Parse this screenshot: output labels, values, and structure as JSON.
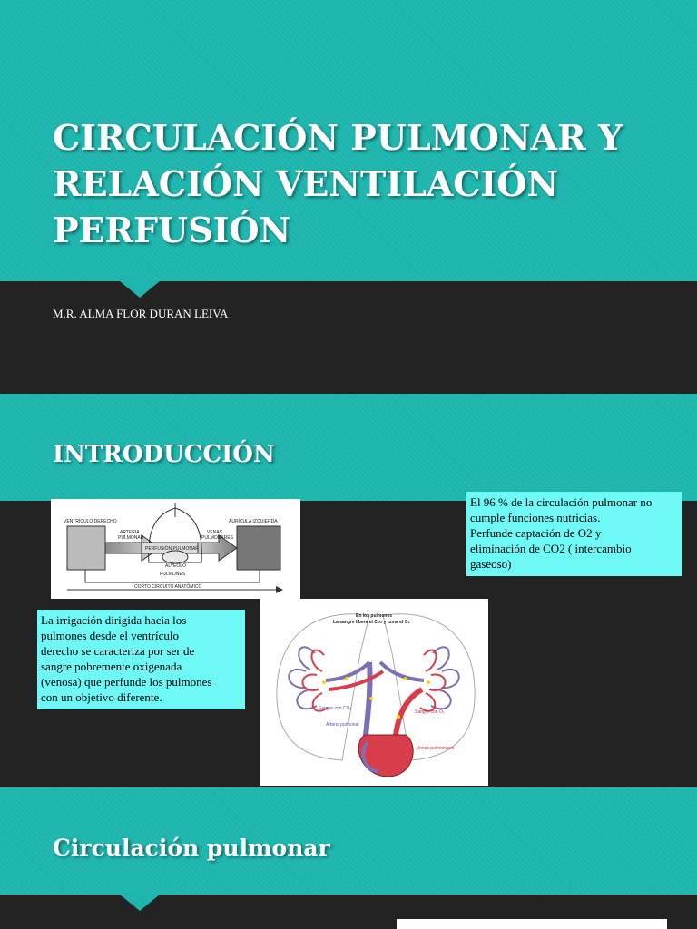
{
  "slide1": {
    "title_lines": [
      "CIRCULACIÓN PULMONAR Y",
      "RELACIÓN VENTILACIÓN",
      "PERFUSIÓN"
    ],
    "author": "M.R. ALMA FLOR DURAN LEIVA"
  },
  "slide2": {
    "title": "INTRODUCCIÓN",
    "box1_lines": [
      "El 96 % de la circulación pulmonar no",
      "cumple funciones nutricias.",
      "Perfunde captación de O2 y",
      "eliminación de CO2  ( intercambio",
      "gaseoso)"
    ],
    "box2_lines": [
      "La irrigación dirigida hacia los",
      "pulmones desde el ventrículo",
      "derecho se caracteriza por ser de",
      "sangre pobremente oxigenada",
      "(venosa) que perfunde los pulmones",
      "con un objetivo diferente."
    ],
    "diagram1": {
      "ventriculo": "VENTRÍCULO DERECHO",
      "auricula": "AURÍCULA IZQUIERDA",
      "arteria": [
        "ARTERIA",
        "PULMONAR"
      ],
      "venas": [
        "VENAS",
        "PULMONARES"
      ],
      "perfusion": "PERFUSIÓN PULMONAR",
      "alveolo": "ALVEOLO",
      "pulmones": "PULMONES",
      "corto": "CORTO CIRCUITO ANATÓMICO"
    },
    "diagram2": {
      "top_label": [
        "En los pulmones",
        "La sangre libera el Co₂ y toma el O₂"
      ],
      "sangre_co2": "Sangre con CO₂",
      "sangre_o2": "Sangre con O₂",
      "arteria": "Arteria pulmonar",
      "venas": "Venas pulmonares"
    }
  },
  "slide3": {
    "title": "Circulación pulmonar"
  }
}
